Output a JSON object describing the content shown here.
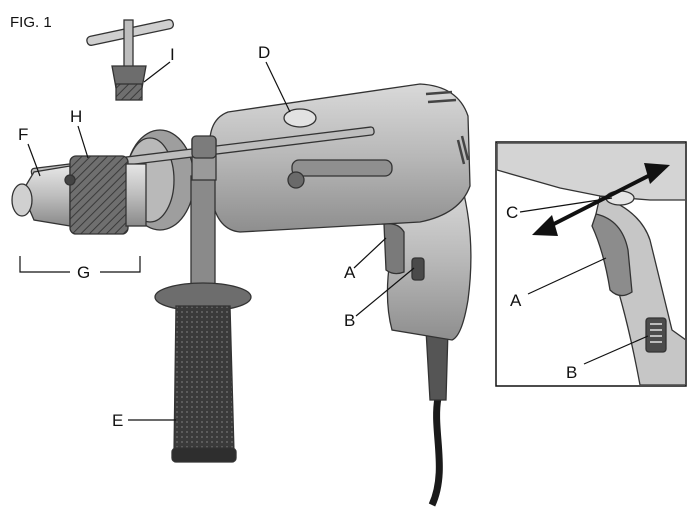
{
  "figure": {
    "title": "FIG. 1"
  },
  "labels": {
    "A": "A",
    "B": "B",
    "C": "C",
    "D": "D",
    "E": "E",
    "F": "F",
    "G": "G",
    "H": "H",
    "I": "I"
  },
  "inset": {
    "label_a": "A",
    "label_b": "B",
    "label_c": "C"
  },
  "colors": {
    "body_light": "#c8c8c8",
    "body_mid": "#a9a9a9",
    "body_dark": "#7c7c7c",
    "grip_dark": "#3a3a3a",
    "cord": "#1a1a1a"
  }
}
